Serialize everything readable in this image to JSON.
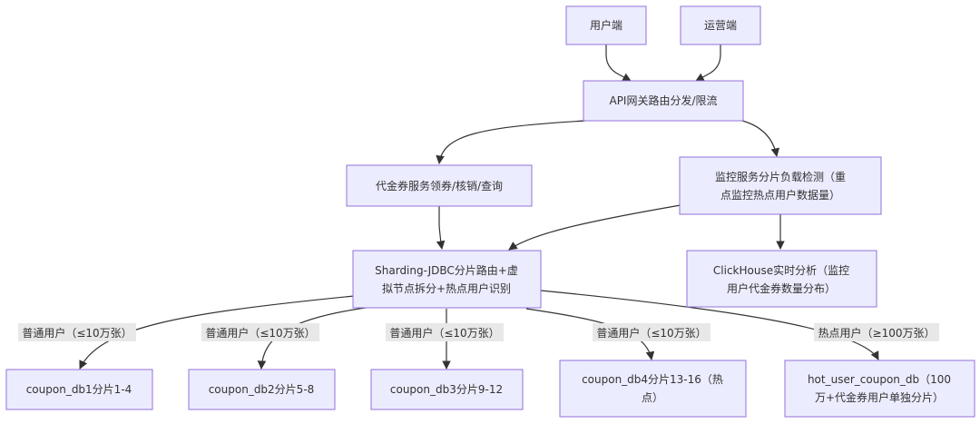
{
  "nodes": {
    "user_client": "用户端",
    "ops_client": "运营端",
    "api_gateway": "API网关路由分发/限流",
    "coupon_service": "代金券服务领券/核销/查询",
    "monitor_service": [
      "监控服务分片负载检测（重",
      "点监控热点用户数据量）"
    ],
    "sharding_jdbc": [
      "Sharding-JDBC分片路由+虚",
      "拟节点拆分+热点用户识别"
    ],
    "clickhouse": [
      "ClickHouse实时分析（监控",
      "用户代金券数量分布）"
    ],
    "db1": "coupon_db1分片1-4",
    "db2": "coupon_db2分片5-8",
    "db3": "coupon_db3分片9-12",
    "db4": [
      "coupon_db4分片13-16（热",
      "点）"
    ],
    "hot_db": [
      "hot_user_coupon_db（100",
      "万+代金券用户单独分片）"
    ]
  },
  "edge_labels": {
    "normal_1": "普通用户（≤10万张）",
    "normal_2": "普通用户（≤10万张）",
    "normal_3": "普通用户（≤10万张）",
    "normal_4": "普通用户（≤10万张）",
    "hot": "热点用户（≥100万张）"
  },
  "colors": {
    "node_fill": "#ececff",
    "node_stroke": "#9370db",
    "edge": "#333333",
    "label_bg": "#e8e8e8"
  }
}
